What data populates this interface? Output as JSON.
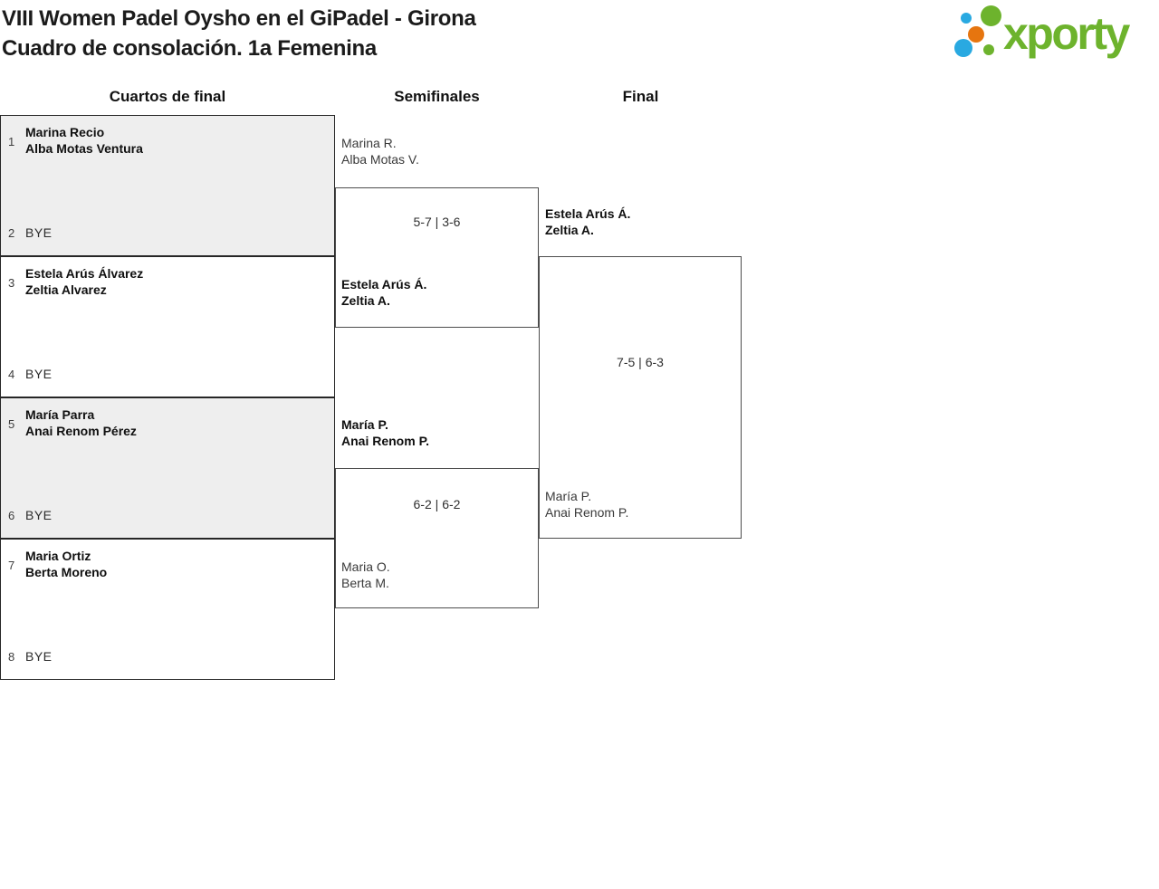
{
  "page": {
    "title": "VIII Women Padel Oysho en el GiPadel - Girona",
    "subtitle": "Cuadro de consolación. 1a Femenina"
  },
  "logo": {
    "text": "xporty",
    "colors": {
      "green": "#6db32d",
      "blue": "#29a9e1",
      "orange": "#e6750f"
    }
  },
  "rounds": {
    "quarterfinals": "Cuartos de final",
    "semifinals": "Semifinales",
    "final": "Final"
  },
  "bracket": {
    "quarterfinals": [
      {
        "seed_a": "1",
        "team_a": {
          "player1": "Marina Recio",
          "player2": "Alba Motas Ventura"
        },
        "seed_b": "2",
        "team_b": "BYE"
      },
      {
        "seed_a": "3",
        "team_a": {
          "player1": "Estela Arús Álvarez",
          "player2": "Zeltia Alvarez"
        },
        "seed_b": "4",
        "team_b": "BYE"
      },
      {
        "seed_a": "5",
        "team_a": {
          "player1": "María Parra",
          "player2": "Anai Renom Pérez"
        },
        "seed_b": "6",
        "team_b": "BYE"
      },
      {
        "seed_a": "7",
        "team_a": {
          "player1": "Maria Ortiz",
          "player2": "Berta Moreno"
        },
        "seed_b": "8",
        "team_b": "BYE"
      }
    ],
    "semifinals": [
      {
        "team_a": {
          "player1": "Marina R.",
          "player2": "Alba Motas V."
        },
        "score": "5-7 | 3-6",
        "team_b": {
          "player1": "Estela Arús Á.",
          "player2": "Zeltia A."
        },
        "winner": "team_b"
      },
      {
        "team_a": {
          "player1": "María P.",
          "player2": "Anai Renom P."
        },
        "score": "6-2 | 6-2",
        "team_b": {
          "player1": "Maria O.",
          "player2": "Berta M."
        },
        "winner": "team_a"
      }
    ],
    "final": {
      "team_a": {
        "player1": "Estela Arús Á.",
        "player2": "Zeltia A."
      },
      "score": "7-5 | 6-3",
      "team_b": {
        "player1": "María P.",
        "player2": "Anai Renom P."
      },
      "winner": "team_a"
    }
  }
}
